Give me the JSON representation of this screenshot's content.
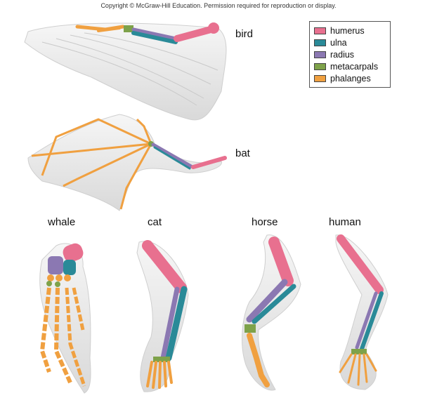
{
  "copyright": "Copyright © McGraw-Hill Education. Permission required for reproduction or display.",
  "labels": {
    "bird": "bird",
    "bat": "bat",
    "whale": "whale",
    "cat": "cat",
    "horse": "horse",
    "human": "human"
  },
  "legend": [
    {
      "label": "humerus",
      "color": "#e8708f"
    },
    {
      "label": "ulna",
      "color": "#2a8a98"
    },
    {
      "label": "radius",
      "color": "#8b78b2"
    },
    {
      "label": "metacarpals",
      "color": "#7ea24a"
    },
    {
      "label": "phalanges",
      "color": "#f0a040"
    }
  ]
}
